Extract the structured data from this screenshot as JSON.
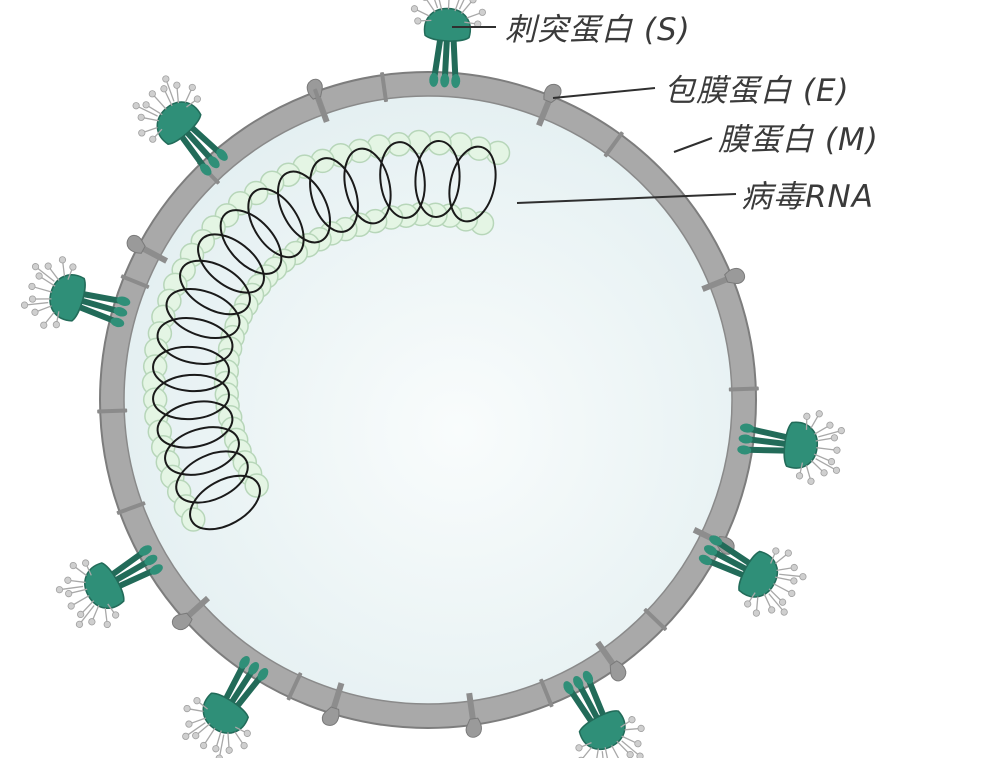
{
  "labels": {
    "spike": "刺突蛋白 (S)",
    "envelope": "包膜蛋白 (E)",
    "membrane": "膜蛋白 (M)",
    "rna": "病毒RNA"
  },
  "colors": {
    "membrane_fill": "#a9a9a9",
    "membrane_edge": "#7d7d7d",
    "interior": "#edf5f6",
    "spike_protein": "#2f8f78",
    "spike_dark": "#226b59",
    "rna_bead": "#e4f5e4",
    "rna_bead_edge": "#b7d6b9",
    "rna_strand": "#1a1a1a",
    "label_text": "#3a3a3a"
  }
}
